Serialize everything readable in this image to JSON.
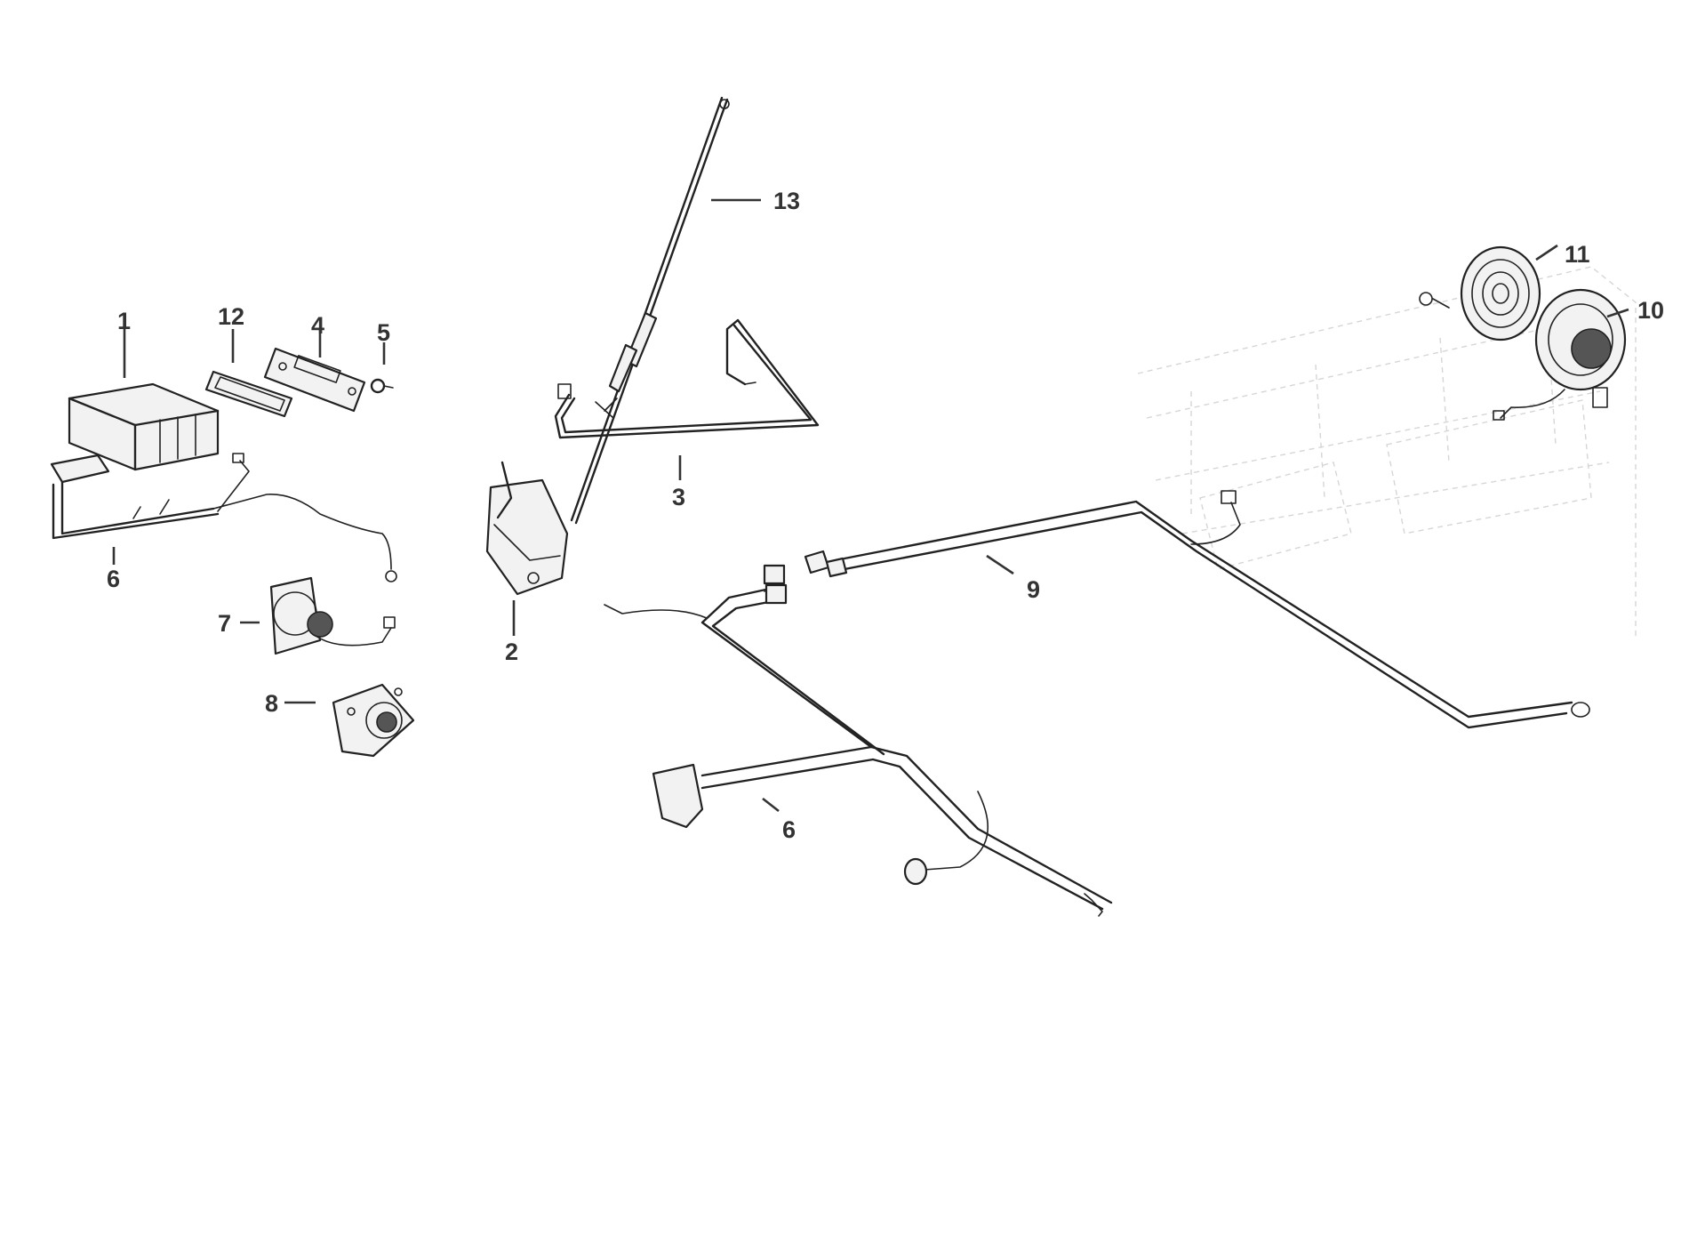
{
  "callouts": {
    "c1": "1",
    "c2": "2",
    "c3": "3",
    "c4": "4",
    "c5": "5",
    "c6a": "6",
    "c6b": "6",
    "c7": "7",
    "c8": "8",
    "c9": "9",
    "c10": "10",
    "c11": "11",
    "c12": "12",
    "c13": "13"
  },
  "colors": {
    "line": "#222222",
    "callout_text": "#333333",
    "background_sketch": "#d6d6d6",
    "background": "#ffffff"
  }
}
